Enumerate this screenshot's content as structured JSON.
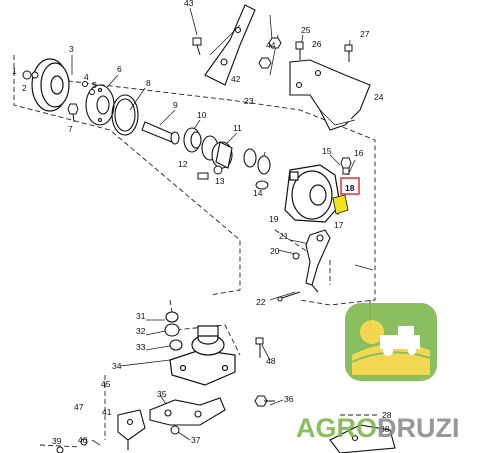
{
  "diagram": {
    "part_labels": [
      "1",
      "2",
      "3",
      "4",
      "5",
      "6",
      "7",
      "8",
      "9",
      "10",
      "11",
      "12",
      "13",
      "14",
      "15",
      "16",
      "17",
      "18",
      "19",
      "20",
      "21",
      "22",
      "23",
      "24",
      "25",
      "26",
      "27",
      "28",
      "31",
      "32",
      "33",
      "34",
      "35",
      "36",
      "37",
      "38",
      "39",
      "40",
      "41",
      "42",
      "43",
      "44",
      "45",
      "47",
      "48"
    ],
    "highlighted_part": "18"
  },
  "watermark": {
    "brand_part1": "AGRO",
    "brand_part2": "DRUZI",
    "colors": {
      "green": "#7ab648",
      "gray": "#8a8a8a",
      "yellow": "#f1d23c",
      "highlight": "#e23030",
      "part_yellow": "#f5e21a"
    }
  }
}
